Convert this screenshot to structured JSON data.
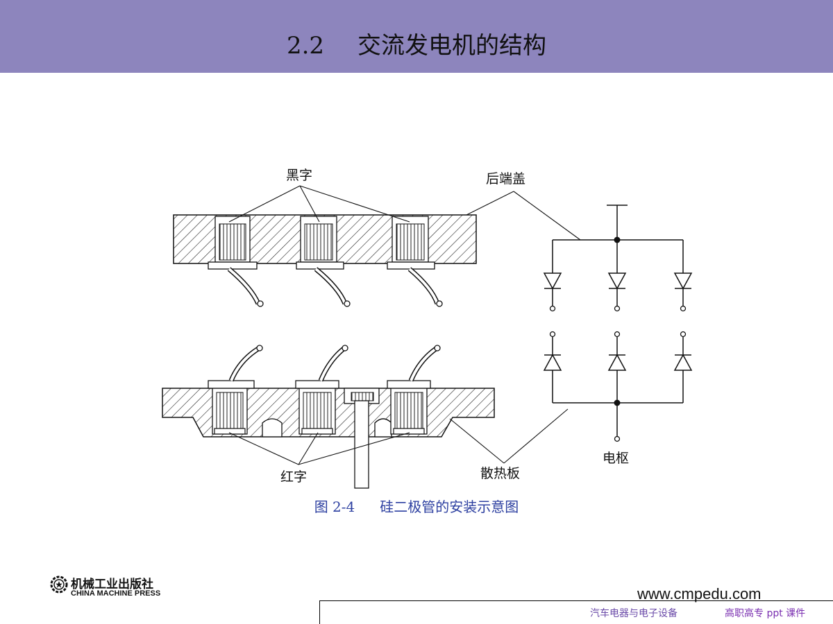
{
  "header": {
    "section_number": "2.2",
    "title": "交流发电机的结构",
    "bg_color": "#8d85bd"
  },
  "diagram": {
    "labels": {
      "black_char": "黑字",
      "rear_cover": "后端盖",
      "red_char": "红字",
      "heat_sink": "散热板",
      "armature": "电枢"
    }
  },
  "caption": {
    "figure_number": "图 2-4",
    "text": "硅二极管的安装示意图",
    "color": "#2c3fa0"
  },
  "publisher": {
    "name_cn": "机械工业出版社",
    "name_en": "CHINA MACHINE PRESS"
  },
  "footer": {
    "url": "www.cmpedu.com",
    "course": "汽车电器与电子设备",
    "type": "高职高专 ppt 课件"
  }
}
